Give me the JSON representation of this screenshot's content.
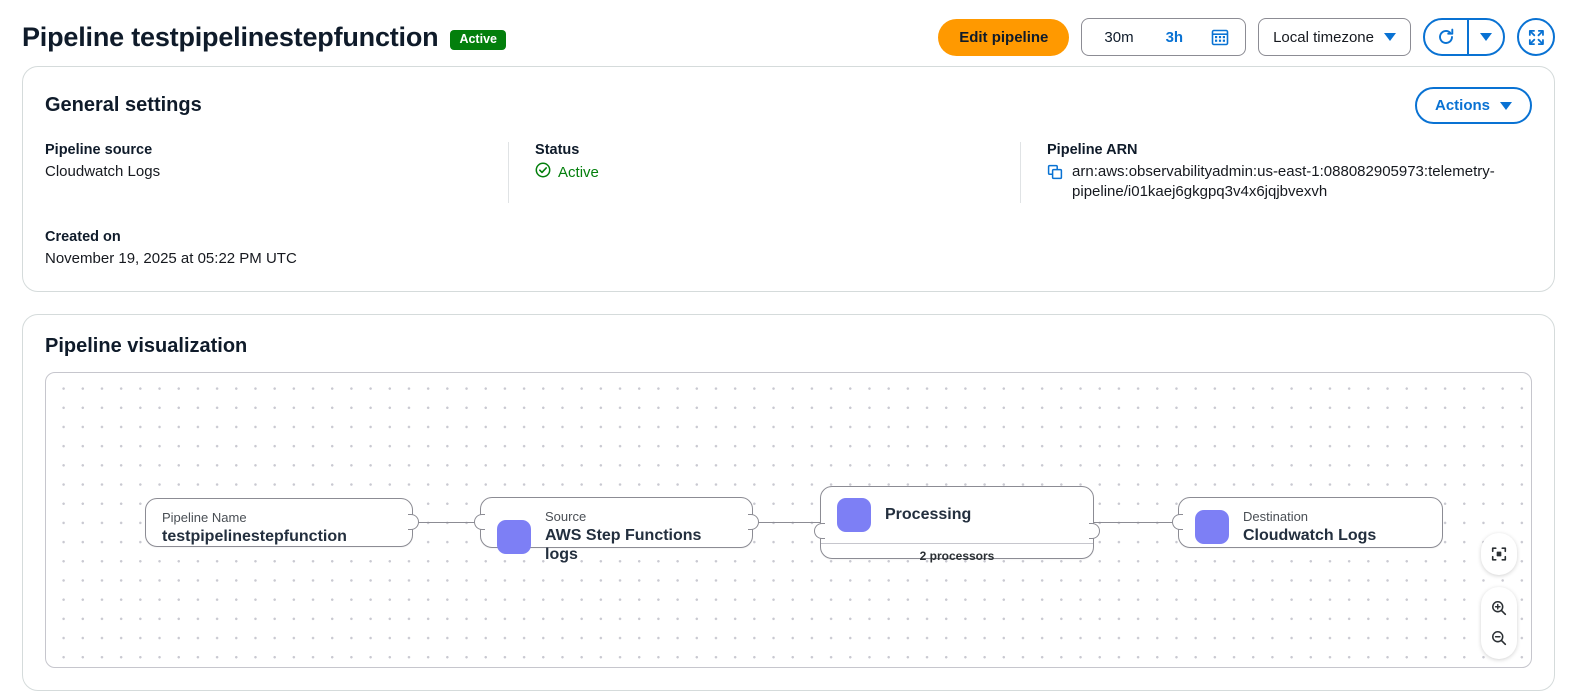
{
  "header": {
    "title": "Pipeline testpipelinestepfunction",
    "status_badge": "Active",
    "edit_button": "Edit pipeline",
    "timerange": {
      "option_30m": "30m",
      "option_3h": "3h",
      "selected": "3h",
      "calendar_icon": "calendar-icon"
    },
    "timezone": {
      "label": "Local timezone",
      "caret_icon": "chevron-down-icon"
    },
    "refresh": {
      "refresh_icon": "refresh-icon",
      "caret_icon": "chevron-down-icon"
    },
    "fullscreen": {
      "icon": "fullscreen-icon"
    }
  },
  "general_settings": {
    "title": "General settings",
    "actions_button": "Actions",
    "actions_caret_icon": "chevron-down-icon",
    "fields": {
      "pipeline_source_label": "Pipeline source",
      "pipeline_source_value": "Cloudwatch Logs",
      "status_label": "Status",
      "status_value": "Active",
      "status_icon": "check-circle-icon",
      "arn_label": "Pipeline ARN",
      "arn_value": "arn:aws:observabilityadmin:us-east-1:088082905973:telemetry-pipeline/i01kaej6gkgpq3v4x6jqjbvexvh",
      "arn_copy_icon": "copy-icon",
      "created_label": "Created on",
      "created_value": "November 19, 2025 at 05:22 PM UTC"
    }
  },
  "visualization": {
    "title": "Pipeline visualization",
    "nodes": [
      {
        "label": "Pipeline Name",
        "value": "testpipelinestepfunction",
        "has_icon": false
      },
      {
        "label": "Source",
        "value": "AWS Step Functions logs",
        "has_icon": true
      },
      {
        "label": "",
        "value": "Processing",
        "footer": "2 processors",
        "has_icon": true
      },
      {
        "label": "Destination",
        "value": "Cloudwatch Logs",
        "has_icon": true
      }
    ],
    "controls": {
      "fit_icon": "fit-to-screen-icon",
      "zoom_in_icon": "zoom-in-icon",
      "zoom_out_icon": "zoom-out-icon"
    }
  },
  "colors": {
    "accent_orange": "#ff9900",
    "link_blue": "#0972d3",
    "status_green": "#037f0c",
    "node_icon_purple": "#7d7ff5"
  }
}
